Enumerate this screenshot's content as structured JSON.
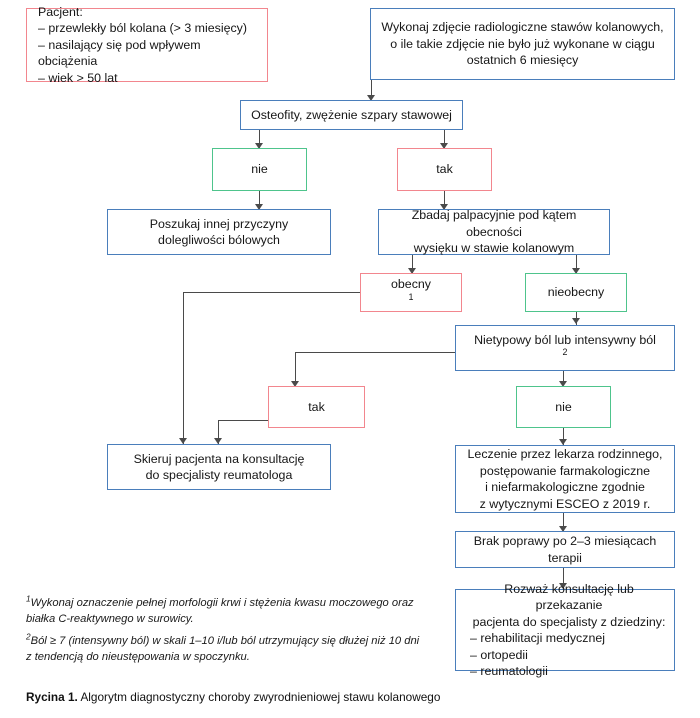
{
  "figure": {
    "caption_label": "Rycina 1.",
    "caption_text": " Algorytm diagnostyczny choroby zwyrodnieniowej stawu kolanowego"
  },
  "colors": {
    "blue": "#4a7ebb",
    "green": "#4ec48c",
    "pink": "#f2868e",
    "connector": "#4a4a4a",
    "background": "#ffffff",
    "text": "#161616"
  },
  "nodes": {
    "patient": {
      "line1": "Pacjent:",
      "line2": "– przewlekły ból kolana (> 3 miesięcy)",
      "line3": "– nasilający się pod wpływem obciążenia",
      "line4": "– wiek > 50 lat",
      "color": "pink"
    },
    "xray": {
      "line1": "Wykonaj zdjęcie radiologiczne stawów kolanowych,",
      "line2": "o ile takie zdjęcie nie było już wykonane w ciągu",
      "line3": "ostatnich 6 miesięcy",
      "color": "blue"
    },
    "osteophytes": {
      "line1": "Osteofity, zwężenie szpary stawowej",
      "color": "blue"
    },
    "no1": {
      "label": "nie",
      "color": "green"
    },
    "yes1": {
      "label": "tak",
      "color": "pink"
    },
    "other_cause": {
      "line1": "Poszukaj innej przyczyny",
      "line2": "dolegliwości bólowych",
      "color": "blue"
    },
    "palpation": {
      "line1": "Zbadaj palpacyjnie pod kątem obecności",
      "line2": "wysięku w stawie kolanowym",
      "color": "blue"
    },
    "present": {
      "label": "obecny",
      "footnote_marker": "1",
      "color": "pink"
    },
    "absent": {
      "label": "nieobecny",
      "color": "green"
    },
    "atypical_pain": {
      "label": "Nietypowy ból lub intensywny ból",
      "footnote_marker": "2",
      "color": "blue"
    },
    "yes2": {
      "label": "tak",
      "color": "pink"
    },
    "no2": {
      "label": "nie",
      "color": "green"
    },
    "refer_rheum": {
      "line1": "Skieruj pacjenta na konsultację",
      "line2": "do specjalisty reumatologa",
      "color": "blue"
    },
    "gp_treatment": {
      "line1": "Leczenie przez lekarza rodzinnego,",
      "line2": "postępowanie farmakologiczne",
      "line3": "i niefarmakologiczne zgodnie",
      "line4": "z wytycznymi ESCEO z 2019 r.",
      "color": "blue"
    },
    "no_improvement": {
      "line1": "Brak poprawy po 2–3 miesiącach terapii",
      "color": "blue"
    },
    "consider_referral": {
      "line1": "Rozważ konsultację lub przekazanie",
      "line2": "pacjenta do specjalisty z dziedziny:",
      "line3": "– rehabilitacji medycznej",
      "line4": "– ortopedii",
      "line5": "– reumatologii",
      "color": "blue"
    }
  },
  "footnotes": {
    "one_marker": "1",
    "one_text": "Wykonaj oznaczenie pełnej morfologii krwi i stężenia kwasu moczowego oraz białka C-reaktywnego w surowicy.",
    "two_marker": "2",
    "two_text": "Ból ≥ 7 (intensywny ból) w skali 1–10 i/lub ból utrzymujący się dłużej niż 10 dni z tendencją do nieustępowania w spoczynku."
  }
}
